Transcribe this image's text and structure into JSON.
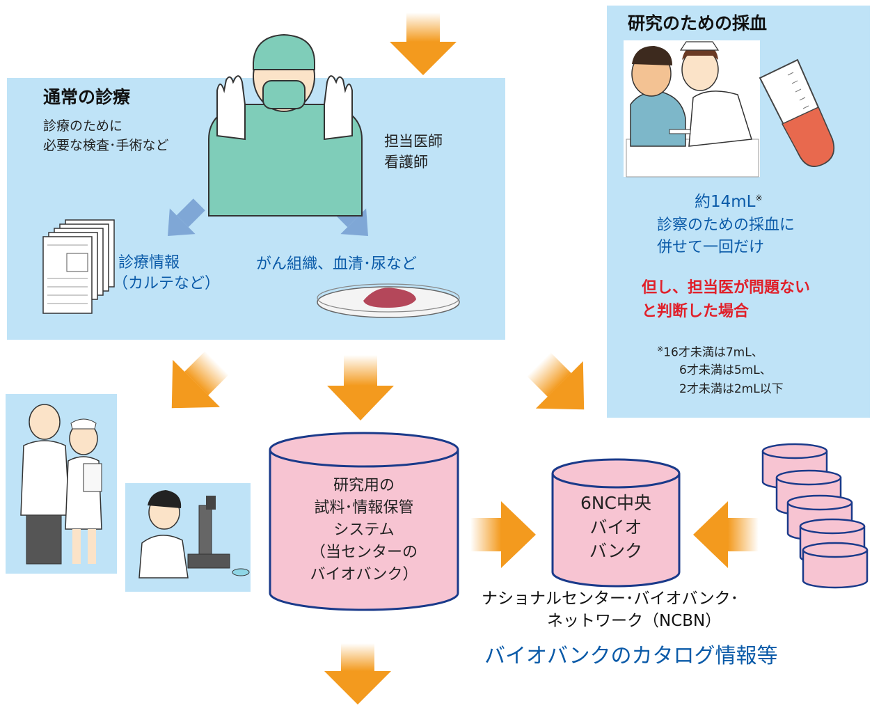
{
  "routine_care": {
    "title": "通常の診療",
    "desc_line1": "診療のために",
    "desc_line2": "必要な検査･手術など",
    "staff_line1": "担当医師",
    "staff_line2": "看護師",
    "records_line1": "診療情報",
    "records_line2": "（カルテなど）",
    "specimens": "がん組織、血清･尿など"
  },
  "blood_draw": {
    "title": "研究のための採血",
    "volume": "約14mL",
    "volume_mark": "※",
    "desc_line1": "診察のための採血に",
    "desc_line2": "併せて一回だけ",
    "condition_line1": "但し、担当医が問題ない",
    "condition_line2": "と判断した場合",
    "note_mark": "※",
    "note_line1": "16才未満は7mL、",
    "note_line2": "6才未満は5mL、",
    "note_line3": "2才未満は2mL以下"
  },
  "storage": {
    "line1": "研究用の",
    "line2": "試料･情報保管",
    "line3": "システム",
    "line4": "（当センターの",
    "line5": "バイオバンク）"
  },
  "central": {
    "line1": "6NC中央",
    "line2": "バイオ",
    "line3": "バンク"
  },
  "network": {
    "line1": "ナショナルセンター･バイオバンク･",
    "line2": "ネットワーク（NCBN）",
    "catalog": "バイオバンクのカタログ情報等"
  },
  "colors": {
    "panel": "#bfe3f7",
    "arrow": "#f39a1e",
    "cylinder": "#f7c4d2",
    "cylinder_stroke": "#1a3a8a",
    "catalog_text": "#0a5aa8",
    "condition_text": "#e0202a"
  }
}
